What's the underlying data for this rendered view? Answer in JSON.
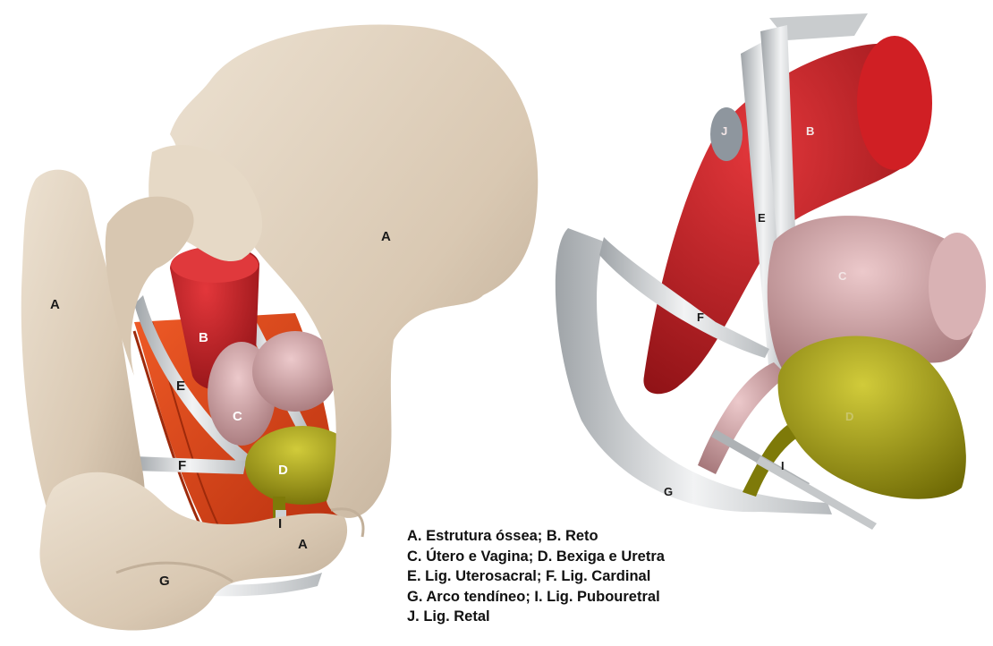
{
  "labels_left": {
    "a_right": "A",
    "a_left": "A",
    "a_bottom": "A",
    "b": "B",
    "c": "C",
    "d": "D",
    "e": "E",
    "f": "F",
    "g": "G",
    "i": "I"
  },
  "labels_right": {
    "j": "J",
    "b": "B",
    "e": "E",
    "c": "C",
    "f": "F",
    "d": "D",
    "i": "I",
    "g": "G"
  },
  "legend": [
    "A. Estrutura óssea; B. Reto",
    "C. Útero e Vagina; D. Bexiga e Uretra",
    "E. Lig. Uterosacral; F.  Lig. Cardinal",
    "G. Arco tendíneo; I. Lig. Pubouretral",
    "J. Lig. Retal"
  ],
  "colors": {
    "bone": "#dfd0bb",
    "rectum": "#c91c22",
    "uterus": "#c79a9c",
    "bladder": "#9e9a12",
    "ligament": "#cfd2d4",
    "muscle": "#d8401a"
  }
}
